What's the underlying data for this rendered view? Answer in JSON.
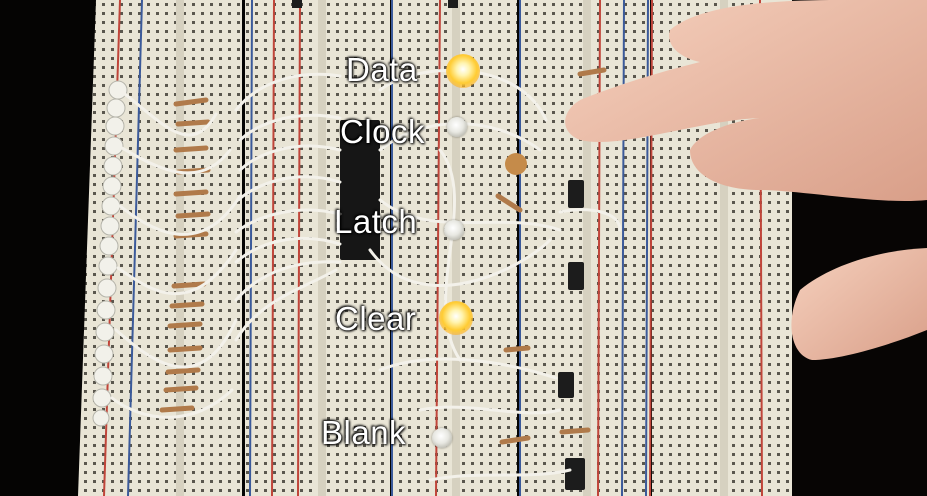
{
  "signals": [
    {
      "label": "Data",
      "state": "on"
    },
    {
      "label": "Clock",
      "state": "off"
    },
    {
      "label": "Latch",
      "state": "off"
    },
    {
      "label": "Clear",
      "state": "on"
    },
    {
      "label": "Blank",
      "state": "off"
    }
  ],
  "colors": {
    "background": "#000000",
    "breadboard": "#e9e5d6",
    "rail_red": "#c0453a",
    "rail_blue": "#3b5a9a",
    "wire": "#f3f1ea",
    "led_on": "#ffcc33",
    "skin": "#e9b9a3"
  }
}
